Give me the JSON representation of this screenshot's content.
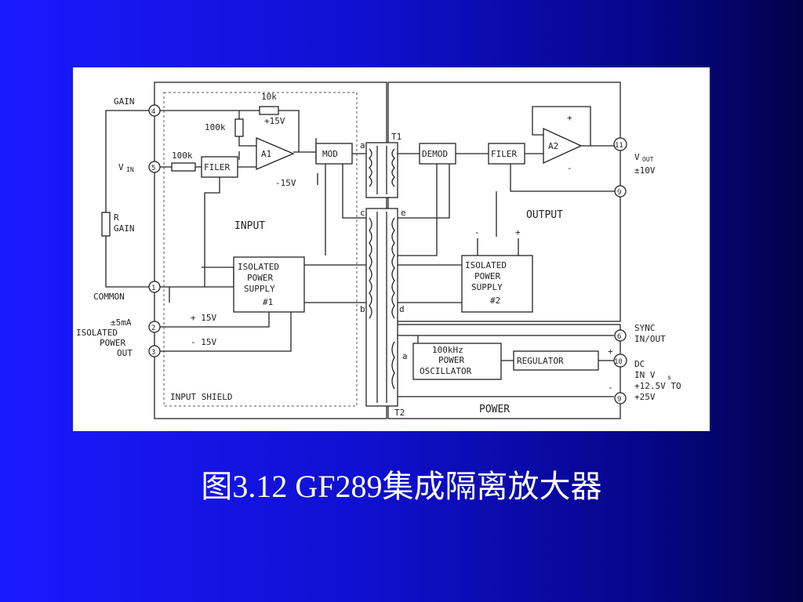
{
  "caption": "图3.12 GF289集成隔离放大器",
  "diagram": {
    "left_pins": {
      "gain": "GAIN",
      "vin_v": "V",
      "vin_sub": "IN",
      "r_gain_1": "R",
      "r_gain_2": "GAIN",
      "common": "COMMON",
      "iso_1": "±5mA",
      "iso_2": "ISOLATED",
      "iso_3": "POWER",
      "iso_4": "OUT"
    },
    "pin_numbers": {
      "p4": "4",
      "p5": "5",
      "p1": "1",
      "p2": "2",
      "p3": "3",
      "p11": "11",
      "p9a": "9",
      "p6": "6",
      "p10": "10",
      "p9b": "9"
    },
    "input_section": {
      "r10k": "10k",
      "r100k_v": "100k",
      "r100k_in": "100k",
      "plus15": "+15V",
      "minus15": "-15V",
      "filter": "FILER",
      "amp": "A1",
      "mod": "MOD",
      "label": "INPUT",
      "shield": "INPUT SHIELD",
      "supply_1": "ISOLATED",
      "supply_2": "POWER",
      "supply_3": "SUPPLY",
      "supply_4": "#1",
      "out_plus": "+ 15V",
      "out_minus": "- 15V"
    },
    "transformer": {
      "t1": "T1",
      "t2": "T2",
      "a": "a",
      "b": "b",
      "c": "c",
      "d": "d",
      "e": "e",
      "a2": "a"
    },
    "output_section": {
      "demod": "DEMOD",
      "filter": "FILER",
      "amp": "A2",
      "label": "OUTPUT",
      "supply_1": "ISOLATED",
      "supply_2": "POWER",
      "supply_3": "SUPPLY",
      "supply_4": "#2",
      "minus": "-",
      "plus": "+",
      "amp_plus": "+",
      "amp_minus": "-",
      "vout_v": "V",
      "vout_sub": "OUT",
      "vout_range": "±10V"
    },
    "power_section": {
      "osc_1": "100kHz",
      "osc_2": "POWER",
      "osc_3": "OSCILLATOR",
      "regulator": "REGULATOR",
      "label": "POWER",
      "sync_1": "SYNC",
      "sync_2": "IN/OUT",
      "dc_1": "DC",
      "dc_2": "IN  V",
      "dc_sub": "s",
      "dc_3": "+12.5V  TO",
      "dc_4": "+25V",
      "plus": "+",
      "minus": "-"
    }
  }
}
